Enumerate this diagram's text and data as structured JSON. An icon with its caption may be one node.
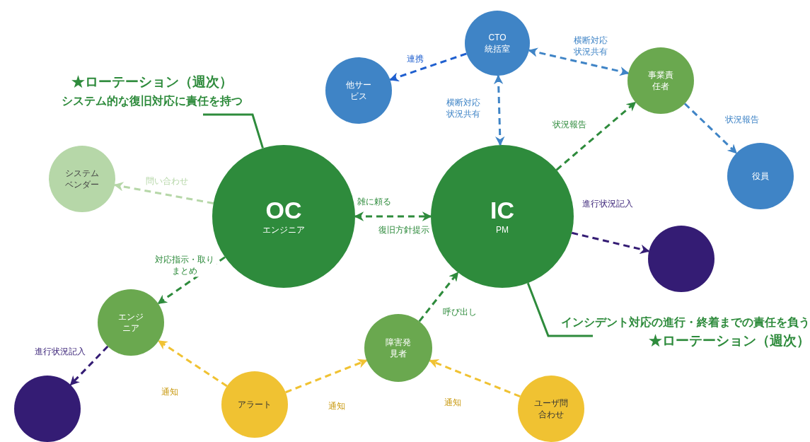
{
  "diagram": {
    "nodes": [
      {
        "text": [
          "CTO 統括室"
        ]
      },
      {
        "text": [
          "他サービス"
        ]
      },
      {
        "text": [
          "事業責任者"
        ]
      },
      {
        "text": [
          "★ローテーション（週次）",
          "システム的な復旧対応に責任を持つ"
        ]
      },
      {
        "text": [
          "システムベンダー"
        ]
      },
      {
        "text": [
          "OC",
          "エンジニア"
        ]
      },
      {
        "text": [
          "IC",
          "PM"
        ]
      },
      {
        "text": [
          "役員"
        ]
      },
      {
        "text": [],
        "shape": "circle"
      },
      {
        "text": [
          "エンジニア"
        ]
      },
      {
        "text": [
          "障害発見者"
        ]
      },
      {
        "text": [
          "インシデント対応の進行・終着までの責任を負う",
          "★ローテーション（週次）"
        ]
      },
      {
        "text": [],
        "shape": "circle"
      },
      {
        "text": [
          "アラート"
        ]
      },
      {
        "text": [
          "ユーザ問合わせ"
        ]
      }
    ],
    "edges": [
      {
        "from": 0,
        "to": 1,
        "arrow": "to",
        "label": "連携",
        "style": "dashed",
        "color": "#1f5fcf"
      },
      {
        "from": 0,
        "to": 2,
        "arrow": "both",
        "label": "横断対応状況共有",
        "style": "dashed",
        "color": "#3f84c6"
      },
      {
        "from": 0,
        "to": 6,
        "arrow": "both",
        "label": "横断対応状況共有",
        "style": "dashed",
        "color": "#3f84c6"
      },
      {
        "from": 6,
        "to": 2,
        "arrow": "to",
        "label": "状況報告",
        "style": "dashed"
      },
      {
        "from": 2,
        "to": 7,
        "arrow": "to",
        "label": "状況報告",
        "style": "dashed",
        "color": "#3f84c6"
      },
      {
        "from": 5,
        "to": 4,
        "arrow": "to",
        "label": "問い合わせ",
        "style": "dashed",
        "color": "#b6d7a8"
      },
      {
        "from": 5,
        "to": 6,
        "arrow": "both",
        "label": "雑に頼る",
        "style": "dashed"
      },
      {
        "from": 6,
        "to": 8,
        "arrow": "to",
        "label": "進行状況記入",
        "style": "dashed",
        "color": "#341c74"
      },
      {
        "from": 5,
        "to": 9,
        "arrow": "to",
        "label": "対応指示・取りまとめ",
        "style": "dashed"
      },
      {
        "from": 10,
        "to": 6,
        "arrow": "to",
        "label": "呼び出し",
        "style": "dashed"
      },
      {
        "from": 9,
        "to": 12,
        "arrow": "to",
        "label": "進行状況記入",
        "style": "dashed",
        "color": "#341c74"
      },
      {
        "from": 13,
        "to": 9,
        "arrow": "to",
        "label": "通知",
        "style": "dashed",
        "color": "#f0c232"
      },
      {
        "from": 13,
        "to": 10,
        "arrow": "to",
        "label": "通知",
        "style": "dashed",
        "color": "#f0c232"
      },
      {
        "from": 14,
        "to": 10,
        "arrow": "to",
        "label": "通知",
        "style": "dashed",
        "color": "#f0c232"
      },
      {
        "from": 3,
        "to": 5,
        "arrow": "none"
      },
      {
        "from": 11,
        "to": 6,
        "arrow": "none"
      }
    ],
    "labels": [
      "復旧方針提示"
    ]
  }
}
